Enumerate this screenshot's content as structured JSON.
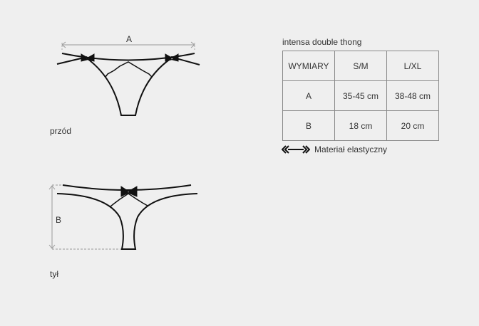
{
  "title": "intensa double thong",
  "front_label": "przód",
  "back_label": "tył",
  "dimension_a": "A",
  "dimension_b": "B",
  "table": {
    "headers": [
      "WYMIARY",
      "S/M",
      "L/XL"
    ],
    "rows": [
      [
        "A",
        "35-45 cm",
        "38-48 cm"
      ],
      [
        "B",
        "18 cm",
        "20 cm"
      ]
    ]
  },
  "legend": {
    "icon": "elastic-arrow-icon",
    "label": "Materiał elastyczny"
  }
}
